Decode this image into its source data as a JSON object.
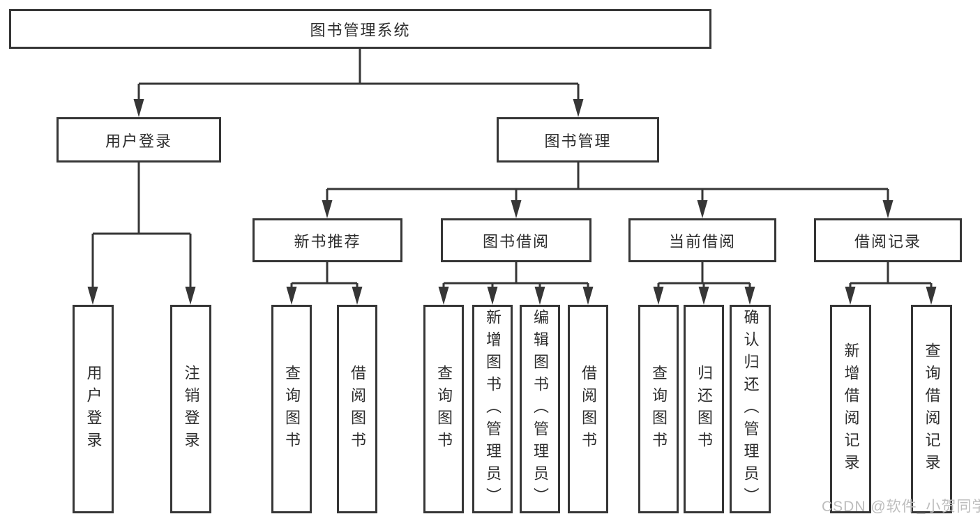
{
  "diagram": {
    "type": "hierarchy-tree",
    "title": "图书管理系统",
    "watermark": "CSDN @软件_小贺同学",
    "colors": {
      "line": "#363636",
      "box_border": "#363636",
      "text": "#2d2d2d",
      "background": "#ffffff",
      "watermark": "#bdbdbd"
    }
  },
  "tree": {
    "label": "图书管理系统",
    "children": [
      {
        "label": "用户登录",
        "children": [
          {
            "label": "用户登录"
          },
          {
            "label": "注销登录"
          }
        ]
      },
      {
        "label": "图书管理",
        "children": [
          {
            "label": "新书推荐",
            "children": [
              {
                "label": "查询图书"
              },
              {
                "label": "借阅图书"
              }
            ]
          },
          {
            "label": "图书借阅",
            "children": [
              {
                "label": "查询图书"
              },
              {
                "label": "新增图书（管理员）"
              },
              {
                "label": "编辑图书（管理员）"
              },
              {
                "label": "借阅图书"
              }
            ]
          },
          {
            "label": "当前借阅",
            "children": [
              {
                "label": "查询图书"
              },
              {
                "label": "归还图书"
              },
              {
                "label": "确认归还（管理员）"
              }
            ]
          },
          {
            "label": "借阅记录",
            "children": [
              {
                "label": "新增借阅记录"
              },
              {
                "label": "查询借阅记录"
              }
            ]
          }
        ]
      }
    ]
  }
}
